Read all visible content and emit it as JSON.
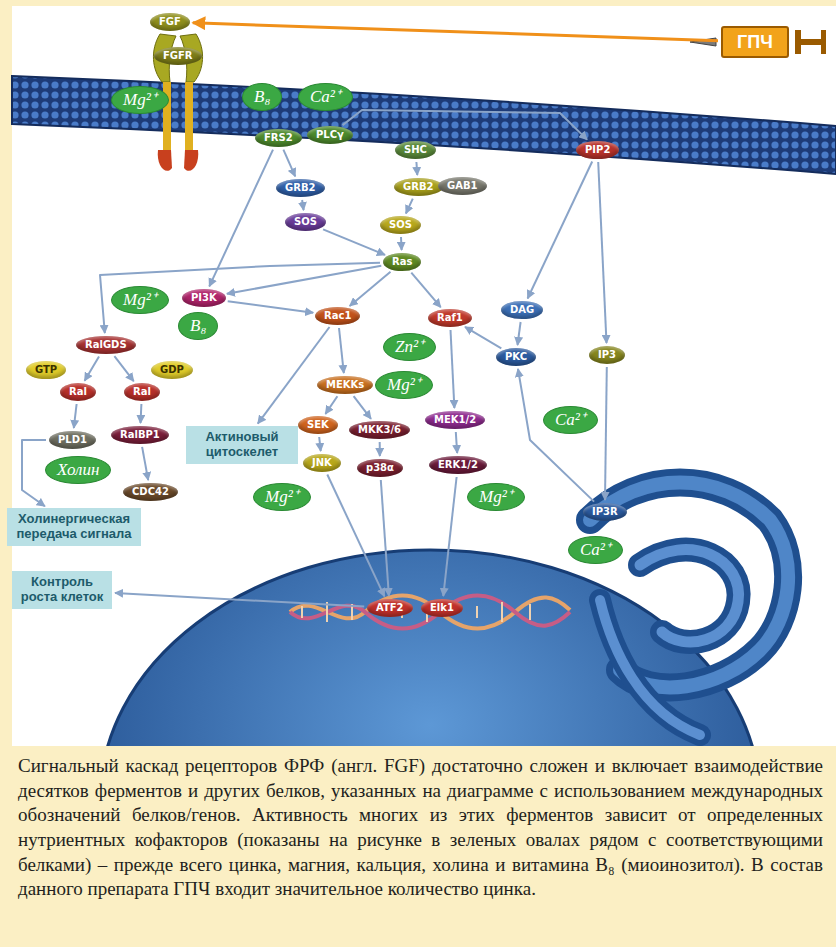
{
  "diagram": {
    "caption": "Сигнальный каскад рецепторов ФРФ (англ. FGF) достаточно сложен и включает взаимодействие десятков ферментов и других белков, указанных на диаграмме с использованием международных обозначений белков/генов. Активность многих из этих ферментов зависит от определенных нутриентных кофакторов (показаны на рисунке в зеленых овалах рядом с соответствующими белками) – прежде всего цинка, магния, кальция, холина и витамина B₈ (миоинозитол). В состав данного препарата ГПЧ входит значительное количество цинка.",
    "nodes": [
      {
        "text": [
          "FGF"
        ]
      },
      {
        "text": [
          "FGFR"
        ]
      },
      {
        "text": [
          "ГПЧ"
        ]
      },
      {
        "text": [
          "B₈"
        ]
      },
      {
        "text": [
          "Ca²⁺"
        ]
      },
      {
        "text": [
          "FRS2"
        ]
      },
      {
        "text": [
          "PLCγ"
        ]
      },
      {
        "text": [
          "GRB2"
        ]
      },
      {
        "text": [
          "SOS"
        ]
      },
      {
        "text": [
          "SHC"
        ]
      },
      {
        "text": [
          "GRB2"
        ]
      },
      {
        "text": [
          "GAB1"
        ]
      },
      {
        "text": [
          "PIP2"
        ]
      },
      {
        "text": [
          "Mg²⁺"
        ]
      },
      {
        "text": [
          "Mg²⁺"
        ]
      },
      {
        "text": [
          "PI3K"
        ]
      },
      {
        "text": [
          "B₈"
        ]
      },
      {
        "text": [
          "SOS"
        ]
      },
      {
        "text": [
          "Ras"
        ]
      },
      {
        "text": [
          "Rac1"
        ]
      },
      {
        "text": [
          "Raf1"
        ]
      },
      {
        "text": [
          "Zn²⁺"
        ]
      },
      {
        "text": [
          "DAG"
        ]
      },
      {
        "text": [
          "PKC"
        ]
      },
      {
        "text": [
          "IP3"
        ]
      },
      {
        "text": [
          "RalGDS"
        ]
      },
      {
        "text": [
          "GTP"
        ]
      },
      {
        "text": [
          "Ral"
        ]
      },
      {
        "text": [
          "Ral"
        ]
      },
      {
        "text": [
          "GDP"
        ]
      },
      {
        "text": [
          "MEKKs"
        ]
      },
      {
        "text": [
          "Mg²⁺"
        ]
      },
      {
        "text": [
          "MEK1/2"
        ]
      },
      {
        "text": [
          "Ca²⁺"
        ]
      },
      {
        "text": [
          "PLD1"
        ]
      },
      {
        "text": [
          "RalBP1"
        ]
      },
      {
        "text": [
          "Холин"
        ]
      },
      {
        "text": [
          "SEK"
        ]
      },
      {
        "text": [
          "MKK3/6"
        ]
      },
      {
        "text": [
          "ERK1/2"
        ]
      },
      {
        "text": [
          "CDC42"
        ]
      },
      {
        "text": [
          "Актиновый цитоскелет"
        ]
      },
      {
        "text": [
          "JNK"
        ]
      },
      {
        "text": [
          "p38α"
        ]
      },
      {
        "text": [
          "Mg²⁺"
        ]
      },
      {
        "text": [
          "Mg²⁺"
        ]
      },
      {
        "text": [
          "Холинергическая передача сигнала"
        ]
      },
      {
        "text": [
          "IP3R"
        ]
      },
      {
        "text": [
          "Ca²⁺"
        ]
      },
      {
        "text": [
          "Контроль роста клеток"
        ]
      },
      {
        "text": [
          "ATF2"
        ]
      },
      {
        "text": [
          "Elk1"
        ]
      }
    ],
    "edges": [
      {
        "from": 2,
        "to": 0,
        "arrow": "to"
      },
      {
        "from": 5,
        "to": 7,
        "arrow": "to"
      },
      {
        "from": 7,
        "to": 8,
        "arrow": "to"
      },
      {
        "from": 8,
        "to": 18,
        "arrow": "to"
      },
      {
        "from": 9,
        "to": 10,
        "arrow": "to"
      },
      {
        "from": 10,
        "to": 17,
        "arrow": "to"
      },
      {
        "from": 17,
        "to": 18,
        "arrow": "to"
      },
      {
        "from": 5,
        "to": 15,
        "arrow": "to"
      },
      {
        "from": 6,
        "to": 12,
        "arrow": "to"
      },
      {
        "from": 18,
        "to": 15,
        "arrow": "to"
      },
      {
        "from": 18,
        "to": 19,
        "arrow": "to"
      },
      {
        "from": 18,
        "to": 20,
        "arrow": "to"
      },
      {
        "from": 18,
        "to": 25,
        "arrow": "to"
      },
      {
        "from": 15,
        "to": 19,
        "arrow": "to"
      },
      {
        "from": 19,
        "to": 30,
        "arrow": "to"
      },
      {
        "from": 19,
        "to": 41,
        "arrow": "to"
      },
      {
        "from": 25,
        "to": 27,
        "arrow": "to"
      },
      {
        "from": 25,
        "to": 28,
        "arrow": "to"
      },
      {
        "from": 27,
        "to": 34,
        "arrow": "to"
      },
      {
        "from": 28,
        "to": 35,
        "arrow": "to"
      },
      {
        "from": 34,
        "to": 46,
        "arrow": "to"
      },
      {
        "from": 35,
        "to": 40,
        "arrow": "to"
      },
      {
        "from": 30,
        "to": 37,
        "arrow": "to"
      },
      {
        "from": 30,
        "to": 38,
        "arrow": "to"
      },
      {
        "from": 37,
        "to": 42,
        "arrow": "to"
      },
      {
        "from": 38,
        "to": 43,
        "arrow": "to"
      },
      {
        "from": 20,
        "to": 32,
        "arrow": "to"
      },
      {
        "from": 32,
        "to": 39,
        "arrow": "to"
      },
      {
        "from": 12,
        "to": 22,
        "arrow": "to"
      },
      {
        "from": 12,
        "to": 24,
        "arrow": "to"
      },
      {
        "from": 22,
        "to": 23,
        "arrow": "to"
      },
      {
        "from": 23,
        "to": 20,
        "arrow": "to"
      },
      {
        "from": 24,
        "to": 47,
        "arrow": "to"
      },
      {
        "from": 47,
        "to": 23,
        "arrow": "to"
      },
      {
        "from": 42,
        "to": 50,
        "arrow": "to"
      },
      {
        "from": 43,
        "to": 50,
        "arrow": "to"
      },
      {
        "from": 39,
        "to": 51,
        "arrow": "to"
      },
      {
        "from": 50,
        "to": 49,
        "arrow": "to"
      }
    ]
  }
}
